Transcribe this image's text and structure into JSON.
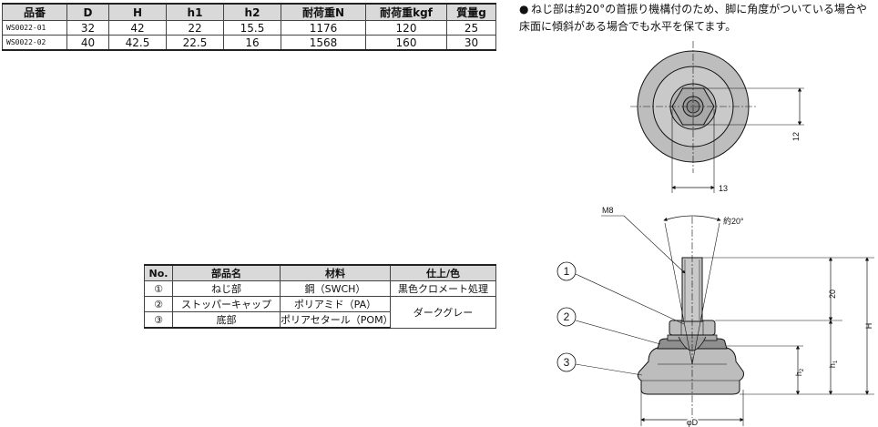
{
  "spec_table": {
    "headers": [
      "品番",
      "D",
      "H",
      "h1",
      "h2",
      "耐荷重N",
      "耐荷重kgf",
      "質量g"
    ],
    "rows": [
      [
        "WS0022-01",
        "32",
        "42",
        "22",
        "15.5",
        "1176",
        "120",
        "25"
      ],
      [
        "WS0022-02",
        "40",
        "42.5",
        "22.5",
        "16",
        "1568",
        "160",
        "30"
      ]
    ]
  },
  "note": {
    "bullet": "●",
    "text": "ねじ部は約20°の首振り機構付のため、脚に角度がついている場合や床面に傾斜がある場合でも水平を保てます。"
  },
  "parts_table": {
    "headers": [
      "No.",
      "部品名",
      "材料",
      "仕上/色"
    ],
    "rows": [
      {
        "no": "①",
        "name": "ねじ部",
        "material": "鋼（SWCH）",
        "finish": "黒色クロメート処理"
      },
      {
        "no": "②",
        "name": "ストッパーキャップ",
        "material": "ポリアミド（PA）",
        "finish": "ダークグレー"
      },
      {
        "no": "③",
        "name": "底部",
        "material": "ポリアセタール（POM）",
        "finish": ""
      }
    ]
  },
  "drawing": {
    "top_view_dims": {
      "dim_12": "12",
      "dim_13": "13"
    },
    "side_view_dims": {
      "thread": "M8",
      "angle": "約20°",
      "dim_20": "20",
      "H": "H",
      "h1": "h",
      "h1_sub": "1",
      "h2": "h",
      "h2_sub": "2",
      "D": "φD"
    },
    "balloons": [
      "1",
      "2",
      "3"
    ]
  },
  "colors": {
    "header_bg": "#d9d9d9",
    "part_fill": "#bfbfbf",
    "part_fill_dark": "#8f8f8f",
    "line": "#111111"
  }
}
